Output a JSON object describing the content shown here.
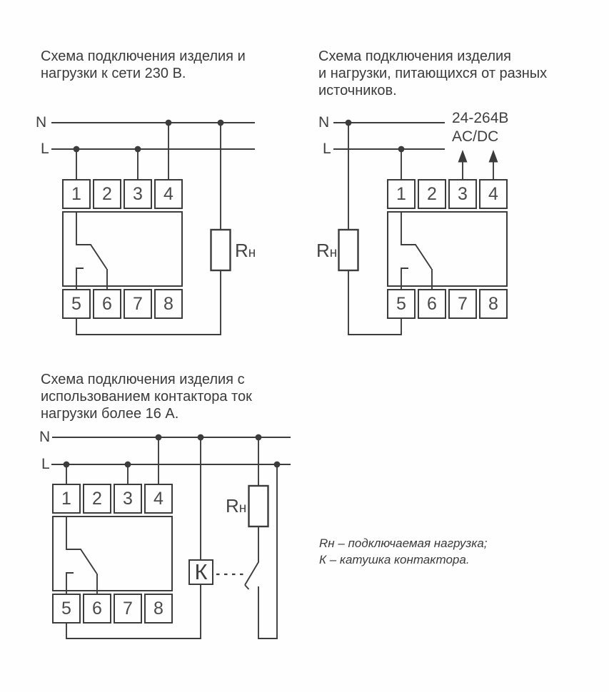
{
  "page": {
    "background": "#fefefe",
    "ink": "#3c3c3c"
  },
  "diagrams": [
    {
      "id": "mains-230v",
      "title_lines": [
        "Схема подключения изделия и",
        "нагрузки к сети 230 В."
      ],
      "bus": {
        "neutral": "N",
        "line": "L"
      },
      "load": {
        "symbol": "R",
        "subscript": "н"
      },
      "terminals_top": [
        "1",
        "2",
        "3",
        "4"
      ],
      "terminals_bottom": [
        "5",
        "6",
        "7",
        "8"
      ]
    },
    {
      "id": "separate-sources",
      "title_lines": [
        "Схема подключения изделия",
        "и нагрузки, питающихся от разных",
        "источников."
      ],
      "bus": {
        "neutral": "N",
        "line": "L"
      },
      "supply_lines": [
        "24-264В",
        "AC/DC"
      ],
      "load": {
        "symbol": "R",
        "subscript": "н"
      },
      "terminals_top": [
        "1",
        "2",
        "3",
        "4"
      ],
      "terminals_bottom": [
        "5",
        "6",
        "7",
        "8"
      ]
    },
    {
      "id": "contactor-over-16a",
      "title_lines": [
        "Схема подключения изделия с",
        "использованием контактора ток",
        "нагрузки более 16 А."
      ],
      "bus": {
        "neutral": "N",
        "line": "L"
      },
      "load": {
        "symbol": "R",
        "subscript": "н"
      },
      "coil_label": "К",
      "terminals_top": [
        "1",
        "2",
        "3",
        "4"
      ],
      "terminals_bottom": [
        "5",
        "6",
        "7",
        "8"
      ]
    }
  ],
  "legend": {
    "lines": [
      "Rн – подключаемая нагрузка;",
      "К – катушка контактора."
    ]
  }
}
